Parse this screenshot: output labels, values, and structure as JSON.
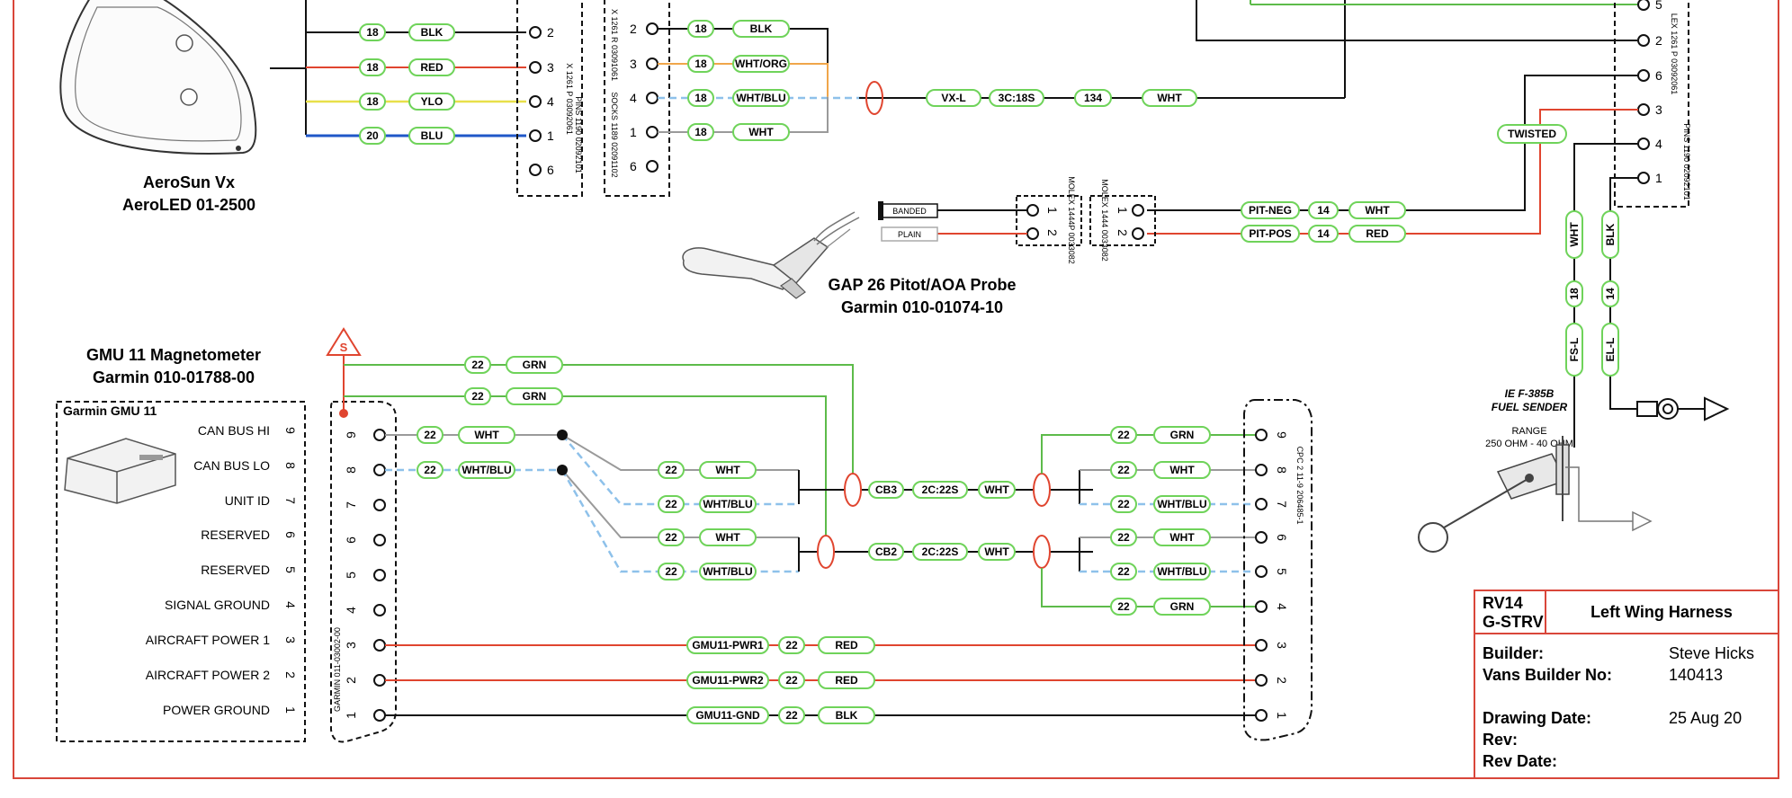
{
  "colors": {
    "border": "#d9463a",
    "wire_black": "#111111",
    "wire_red": "#e0452f",
    "wire_green": "#5dbb4a",
    "wire_gray": "#9a9a9a",
    "wire_blue": "#1f57c8",
    "wire_yellow": "#e8e04a",
    "wire_lightblue": "#8ec1ea",
    "wire_orange": "#f0a64a",
    "tag_border": "#6fd35a"
  },
  "aerosun": {
    "line1": "AeroSun Vx",
    "line2": "AeroLED 01-2500"
  },
  "gap26": {
    "line1": "GAP 26 Pitot/AOA Probe",
    "line2": "Garmin 010-01074-10"
  },
  "gmu11": {
    "line1": "GMU 11 Magnetometer",
    "line2": "Garmin 010-01788-00",
    "box_label": "Garmin GMU 11",
    "connector_label": "GARMIN 011-03002-00",
    "pins": [
      {
        "name": "CAN BUS HI",
        "num": "9"
      },
      {
        "name": "CAN BUS LO",
        "num": "8"
      },
      {
        "name": "UNIT ID",
        "num": "7"
      },
      {
        "name": "RESERVED",
        "num": "6"
      },
      {
        "name": "RESERVED",
        "num": "5"
      },
      {
        "name": "SIGNAL GROUND",
        "num": "4"
      },
      {
        "name": "AIRCRAFT POWER 1",
        "num": "3"
      },
      {
        "name": "AIRCRAFT POWER 2",
        "num": "2"
      },
      {
        "name": "POWER GROUND",
        "num": "1"
      }
    ]
  },
  "cpc_label": "CPC 2 11-9 206485-1",
  "shield_symbol": "S",
  "led_connector": {
    "pins_label": "PINS 1190 02092101",
    "housing_label": "X 1261 P 03092061",
    "pins": [
      "2",
      "3",
      "4",
      "1",
      "6"
    ]
  },
  "socks_connector": {
    "label1": "SOCKS 1189 02091102",
    "label2": "X 1261 R 03091061",
    "pins": [
      "2",
      "3",
      "4",
      "1",
      "6"
    ]
  },
  "right_connector": {
    "label1": "PINS 1190 02092101",
    "label2": "LEX 1261 P 03092061",
    "pins": [
      "5",
      "2",
      "6",
      "3",
      "4",
      "1"
    ]
  },
  "molex_left": {
    "label": "MOLEX 1444P 0033082",
    "pins": [
      "1",
      "2"
    ]
  },
  "molex_right": {
    "label": "MOLEX 1444 0033082",
    "pins": [
      "1",
      "2"
    ]
  },
  "probe_wires": {
    "banded": "BANDED",
    "plain": "PLAIN"
  },
  "tags": {
    "left_18a": "18",
    "left_blk": "BLK",
    "left_18b": "18",
    "left_red": "RED",
    "left_18c": "18",
    "left_ylo": "YLO",
    "left_20": "20",
    "left_blu": "BLU",
    "mid_18a": "18",
    "mid_blk": "BLK",
    "mid_18b": "18",
    "mid_whtorg": "WHT/ORG",
    "mid_18c": "18",
    "mid_whtblu": "WHT/BLU",
    "mid_18d": "18",
    "mid_wht": "WHT",
    "vxl": "VX-L",
    "c3": "3C:18S",
    "n134": "134",
    "vx_wht": "WHT",
    "twisted": "TWISTED",
    "pitneg": "PIT-NEG",
    "pitneg14": "14",
    "pitneg_wht": "WHT",
    "pitpos": "PIT-POS",
    "pitpos14": "14",
    "pitpos_red": "RED",
    "v_wht": "WHT",
    "v_18": "18",
    "v_fsl": "FS-L",
    "v_blk": "BLK",
    "v_14": "14",
    "v_ell": "EL-L",
    "grn1_22": "22",
    "grn1": "GRN",
    "grn2_22": "22",
    "grn2": "GRN",
    "p9_22": "22",
    "p9_wht": "WHT",
    "p8_22": "22",
    "p8_whtblu": "WHT/BLU",
    "a_22": "22",
    "a_wht": "WHT",
    "b_22": "22",
    "b_whtblu": "WHT/BLU",
    "c_22": "22",
    "c_wht": "WHT",
    "d_22": "22",
    "d_whtblu": "WHT/BLU",
    "cb3": "CB3",
    "cb3_2c": "2C:22S",
    "cb3_wht": "WHT",
    "cb2": "CB2",
    "cb2_2c": "2C:22S",
    "cb2_wht": "WHT",
    "r9_22": "22",
    "r9_grn": "GRN",
    "r8_22": "22",
    "r8_wht": "WHT",
    "r7_22": "22",
    "r7_whtblu": "WHT/BLU",
    "r6_22": "22",
    "r6_wht": "WHT",
    "r5_22": "22",
    "r5_whtblu": "WHT/BLU",
    "r4_22": "22",
    "r4_grn": "GRN",
    "pwr1": "GMU11-PWR1",
    "pwr1_22": "22",
    "pwr1_red": "RED",
    "pwr2": "GMU11-PWR2",
    "pwr2_22": "22",
    "pwr2_red": "RED",
    "gnd": "GMU11-GND",
    "gnd_22": "22",
    "gnd_blk": "BLK"
  },
  "fuel_sender": {
    "line1": "IE F-385B",
    "line2": "FUEL SENDER",
    "range1": "RANGE",
    "range2": "250 OHM - 40 OHM"
  },
  "title_block": {
    "model": "RV14",
    "reg": "G-STRV",
    "title": "Left Wing Harness",
    "builder_label": "Builder:",
    "builder": "Steve Hicks",
    "vans_label": "Vans Builder No:",
    "vans_no": "140413",
    "date_label": "Drawing Date:",
    "date": "25 Aug 20",
    "rev_label": "Rev:",
    "rev": "",
    "revdate_label": "Rev Date:",
    "revdate": ""
  }
}
